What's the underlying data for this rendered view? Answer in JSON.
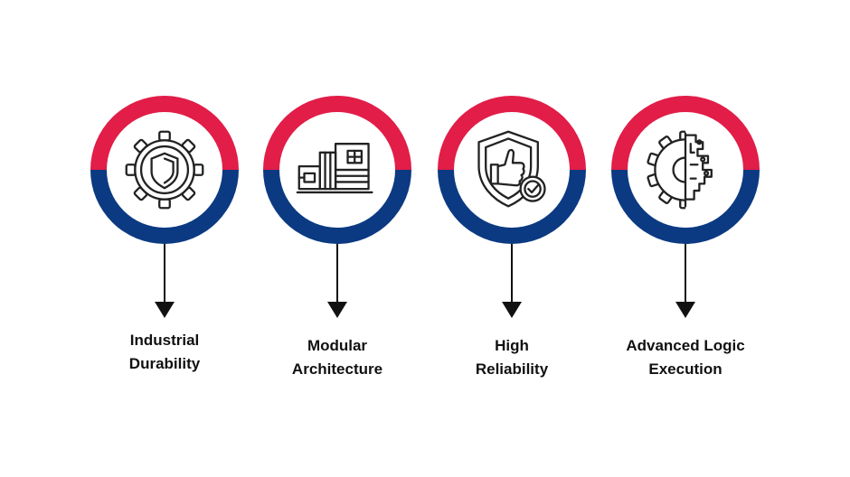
{
  "colors": {
    "ring_top": "#e11d48",
    "ring_bottom": "#0b3a82",
    "arrow": "#111111",
    "text": "#111111"
  },
  "features": [
    {
      "icon": "gear-shield-icon",
      "line1": "Industrial",
      "line2": "Durability"
    },
    {
      "icon": "modular-blocks-icon",
      "line1": "Modular",
      "line2": "Architecture"
    },
    {
      "icon": "shield-thumbs-up-icon",
      "line1": "High",
      "line2": "Reliability"
    },
    {
      "icon": "gear-circuit-icon",
      "line1": "Advanced Logic",
      "line2": "Execution"
    }
  ]
}
